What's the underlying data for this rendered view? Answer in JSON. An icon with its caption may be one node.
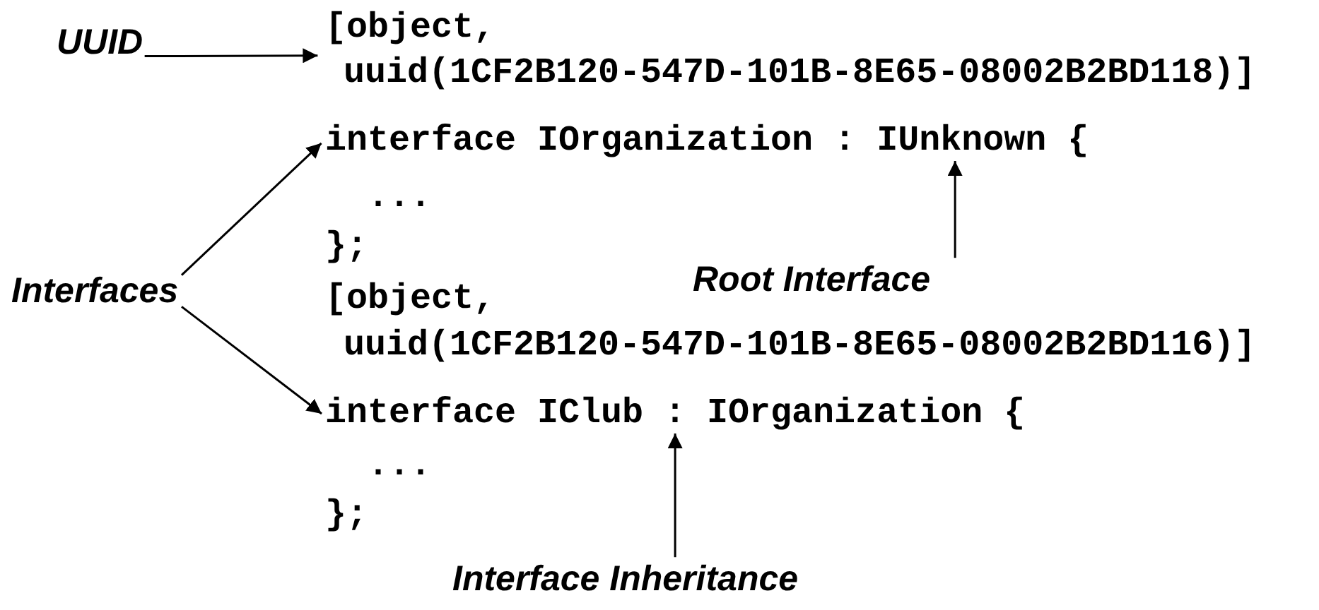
{
  "diagram": {
    "nodes": [
      {
        "text": [
          "UUID"
        ]
      },
      {
        "text": [
          " uuid(1CF2B120-547D-101B-8E65-08002B2BD118)]"
        ]
      },
      {
        "text": [
          "interface IOrganization : IUnknown {"
        ]
      },
      {
        "text": [
          "Interfaces"
        ]
      },
      {
        "text": [
          "Root Interface"
        ]
      },
      {
        "text": [
          "interface IClub : IOrganization {"
        ]
      },
      {
        "text": [
          "Interface Inheritance"
        ]
      }
    ],
    "edges": [
      {
        "from": 0,
        "to": 1,
        "arrow": "to"
      },
      {
        "from": 3,
        "to": 2,
        "arrow": "to"
      },
      {
        "from": 4,
        "to": 2,
        "arrow": "to"
      },
      {
        "from": 3,
        "to": 5,
        "arrow": "to"
      },
      {
        "from": 6,
        "to": 5,
        "arrow": "to"
      }
    ],
    "labels": [
      "[object,",
      "  ...",
      "};",
      "[object,",
      " uuid(1CF2B120-547D-101B-8E65-08002B2BD116)]",
      "  ...",
      "};"
    ]
  }
}
